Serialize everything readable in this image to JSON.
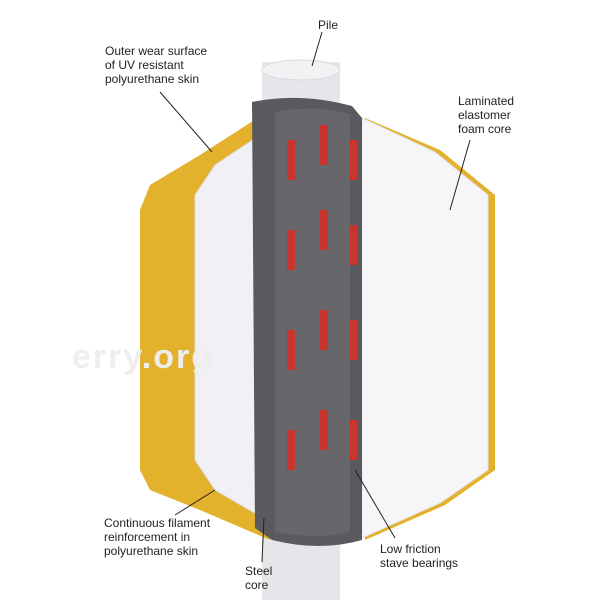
{
  "labels": {
    "pile": "Pile",
    "outer_wear": [
      "Outer wear surface",
      "of UV resistant",
      "polyurethane skin"
    ],
    "foam_core": [
      "Laminated",
      "elastomer",
      "foam core"
    ],
    "filament": [
      "Continuous filament",
      "reinforcement in",
      "polyurethane skin"
    ],
    "steel_core": [
      "Steel",
      "core"
    ],
    "stave_bearings": [
      "Low friction",
      "stave bearings"
    ]
  },
  "watermark": "erry.org",
  "colors": {
    "skin": "#e3b12c",
    "foam": "#f4f4f8",
    "steel": "#5a5a5e",
    "stave": "#c9352e",
    "pile": "#e6e6ea"
  }
}
